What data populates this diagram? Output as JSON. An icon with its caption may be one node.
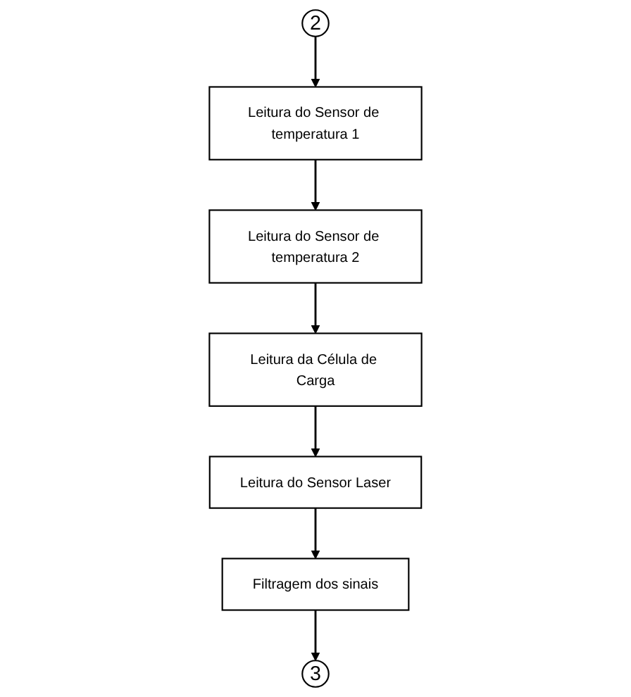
{
  "diagram": {
    "nodes": [
      {
        "text": [
          "2"
        ]
      },
      {
        "text": [
          "Leitura do Sensor de temperatura 1"
        ]
      },
      {
        "text": [
          "Leitura do Sensor de temperatura 2"
        ]
      },
      {
        "text": [
          "Leitura da Célula de Carga"
        ]
      },
      {
        "text": [
          "Leitura do Sensor Laser"
        ]
      },
      {
        "text": [
          "Filtragem dos sinais"
        ]
      },
      {
        "text": [
          "3"
        ]
      }
    ],
    "edges": [
      {
        "from": 0,
        "to": 1,
        "arrow": "to"
      },
      {
        "from": 1,
        "to": 2,
        "arrow": "to"
      },
      {
        "from": 2,
        "to": 3,
        "arrow": "to"
      },
      {
        "from": 3,
        "to": 4,
        "arrow": "to"
      },
      {
        "from": 4,
        "to": 5,
        "arrow": "to"
      },
      {
        "from": 5,
        "to": 6,
        "arrow": "to"
      }
    ]
  }
}
